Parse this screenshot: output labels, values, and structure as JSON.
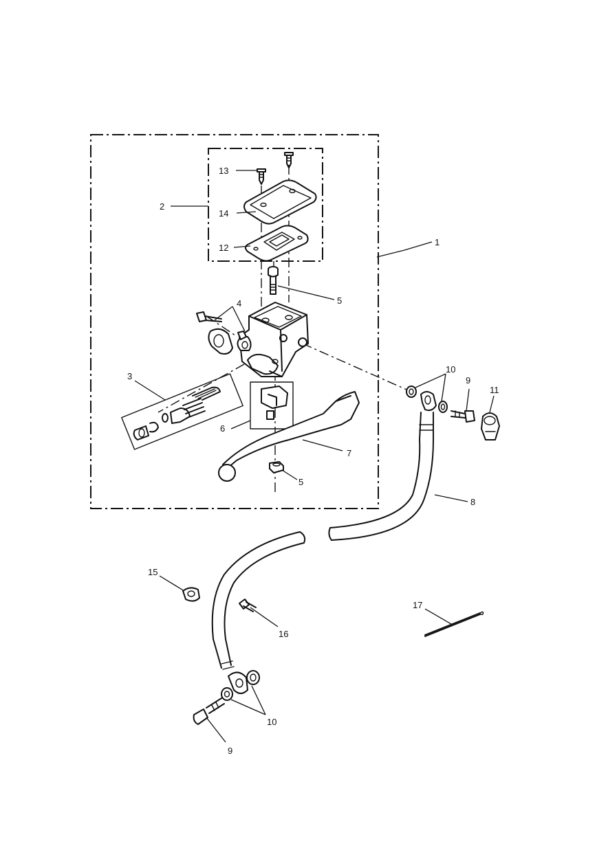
{
  "callouts": {
    "c1": "1",
    "c2": "2",
    "c3": "3",
    "c4": "4",
    "c5_top": "5",
    "c5_bottom": "5",
    "c6": "6",
    "c7": "7",
    "c8": "8",
    "c9_right": "9",
    "c9_bottom": "9",
    "c10_right": "10",
    "c10_bottom": "10",
    "c11": "11",
    "c12": "12",
    "c13": "13",
    "c14": "14",
    "c15": "15",
    "c16": "16",
    "c17": "17"
  },
  "colors": {
    "line": "#111111",
    "background": "#ffffff"
  }
}
